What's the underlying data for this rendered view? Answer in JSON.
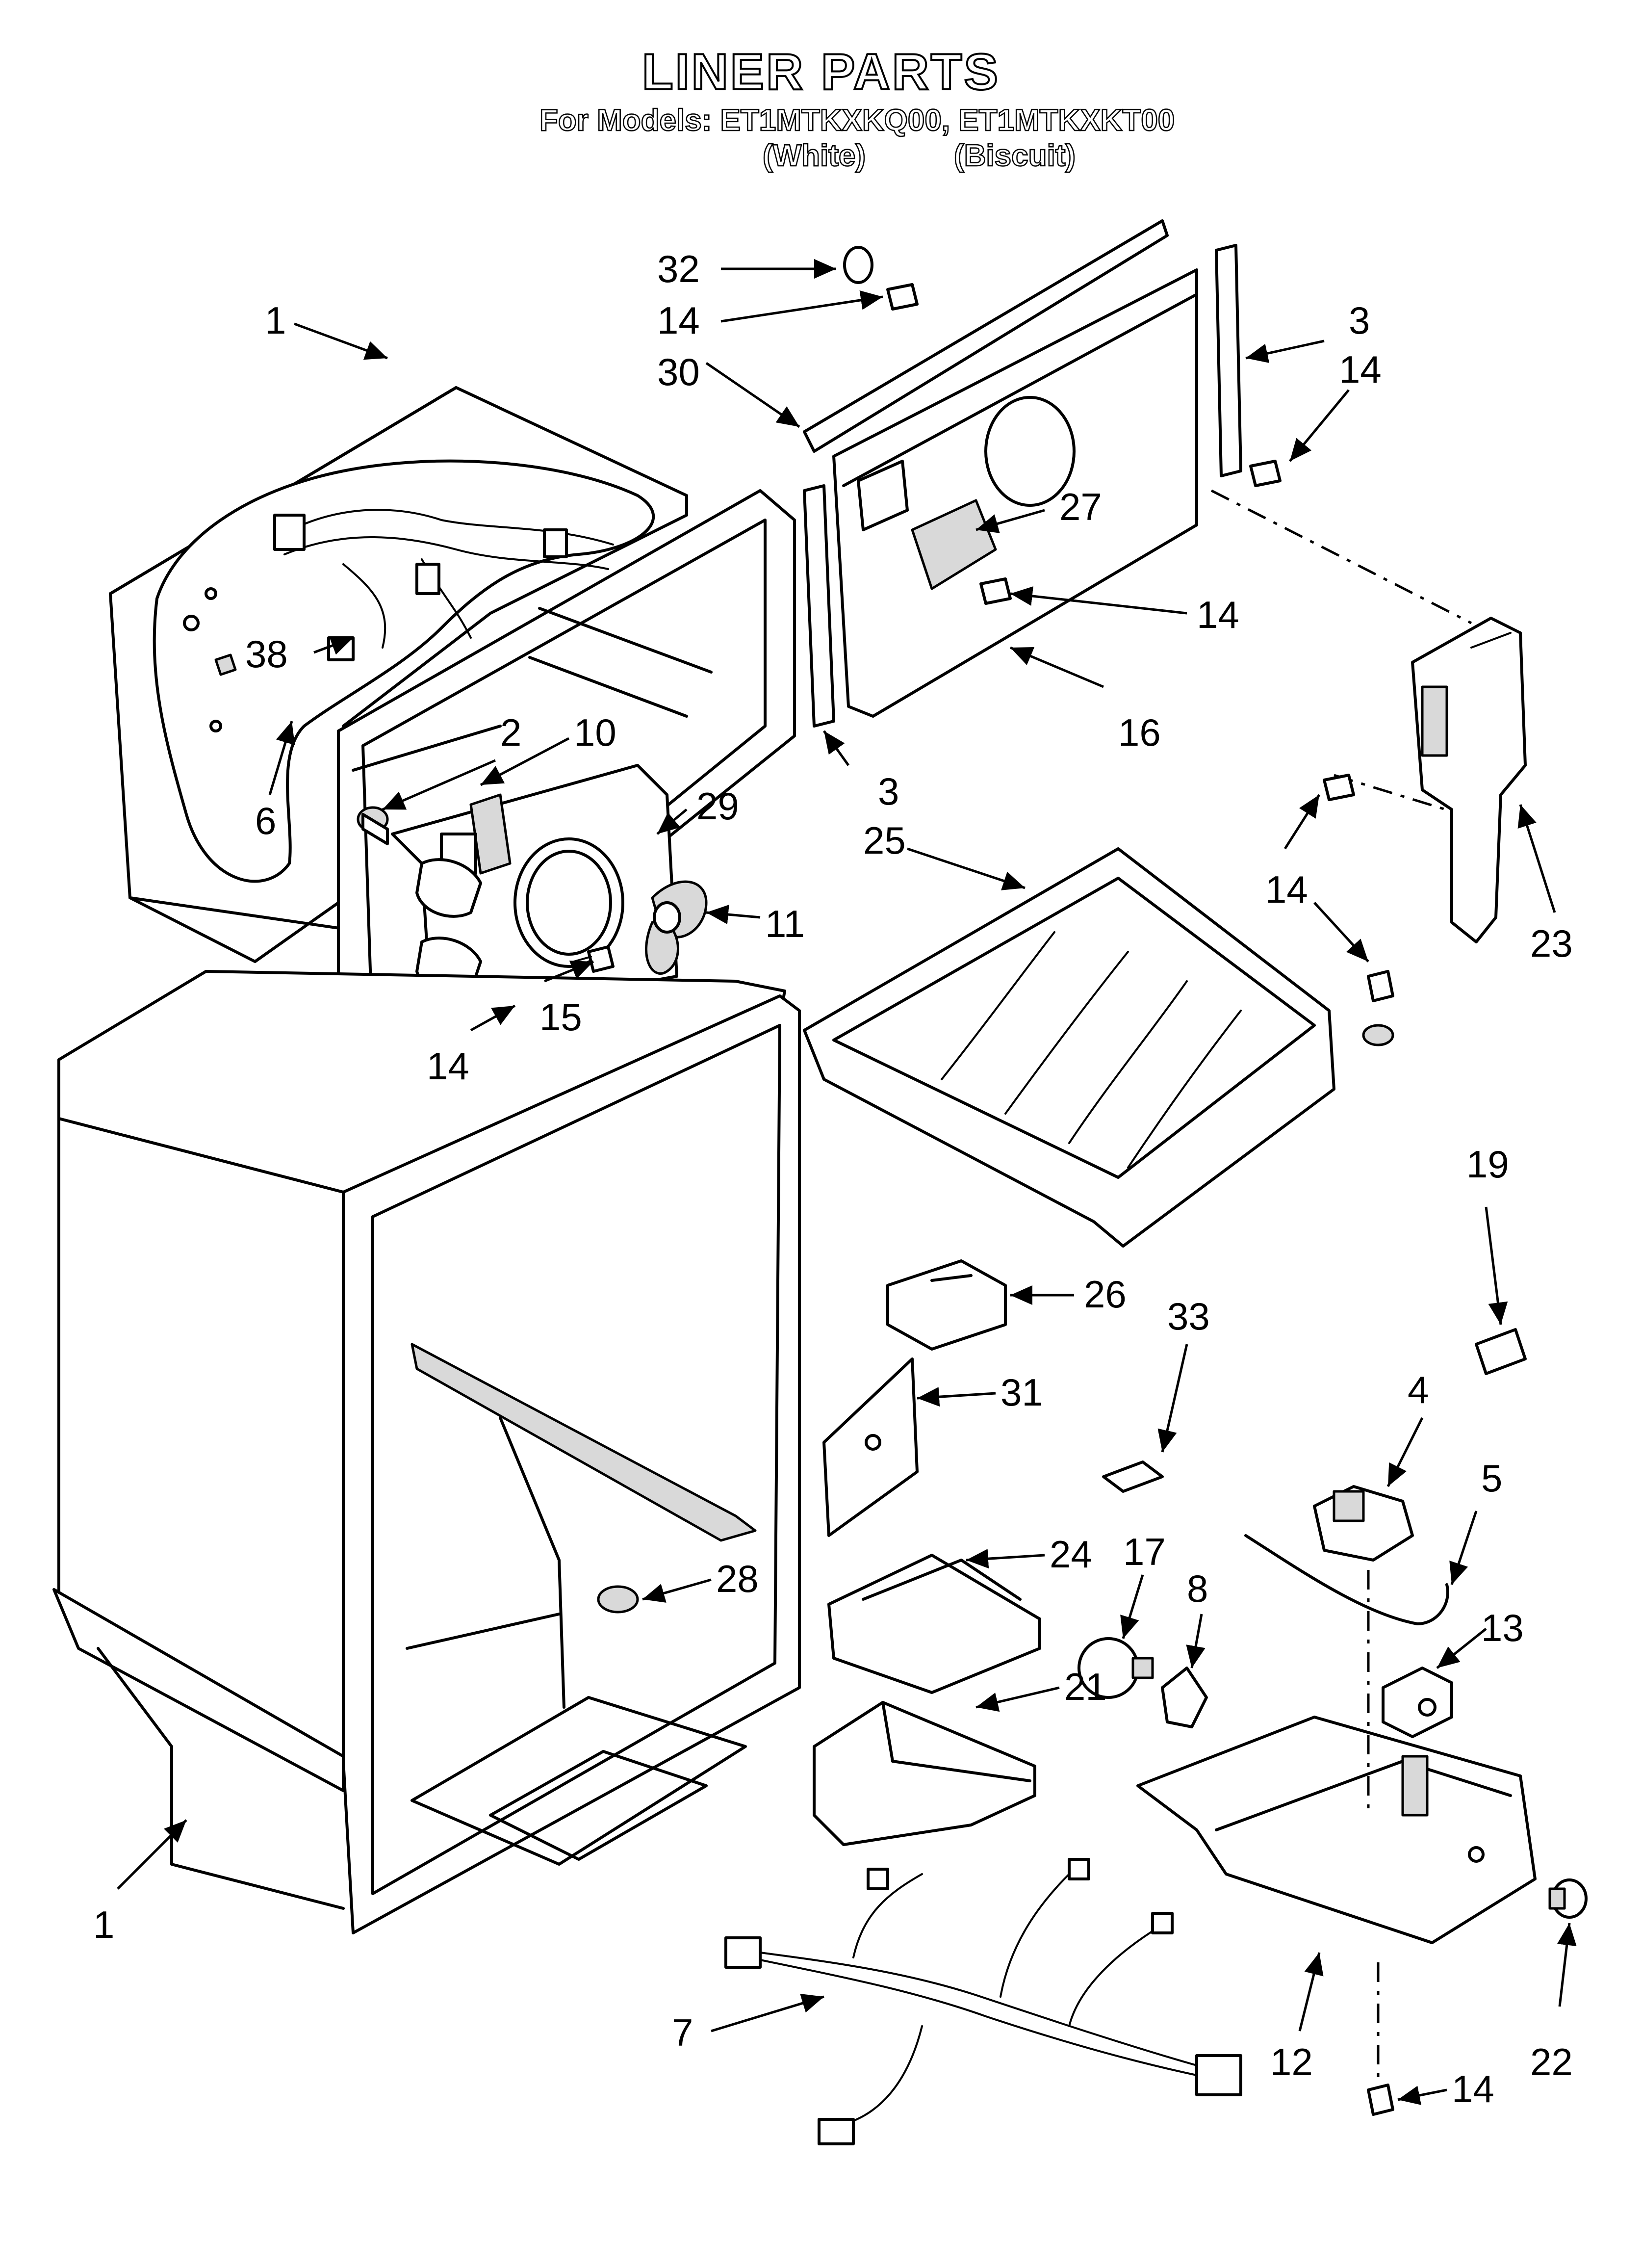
{
  "header": {
    "title": "LINER PARTS",
    "subtitle": "For Models: ET1MTKXKQ00, ET1MTKXKT00",
    "variant_white": "(White)",
    "variant_biscuit": "(Biscuit)"
  },
  "callouts": [
    {
      "id": "c-32",
      "label": "32"
    },
    {
      "id": "c-14a",
      "label": "14"
    },
    {
      "id": "c-30",
      "label": "30"
    },
    {
      "id": "c-3a",
      "label": "3"
    },
    {
      "id": "c-14b",
      "label": "14"
    },
    {
      "id": "c-1a",
      "label": "1"
    },
    {
      "id": "c-27",
      "label": "27"
    },
    {
      "id": "c-14c",
      "label": "14"
    },
    {
      "id": "c-38",
      "label": "38"
    },
    {
      "id": "c-2",
      "label": "2"
    },
    {
      "id": "c-10",
      "label": "10"
    },
    {
      "id": "c-16",
      "label": "16"
    },
    {
      "id": "c-6",
      "label": "6"
    },
    {
      "id": "c-29",
      "label": "29"
    },
    {
      "id": "c-3b",
      "label": "3"
    },
    {
      "id": "c-25",
      "label": "25"
    },
    {
      "id": "c-11",
      "label": "11"
    },
    {
      "id": "c-14d",
      "label": "14"
    },
    {
      "id": "c-23",
      "label": "23"
    },
    {
      "id": "c-15",
      "label": "15"
    },
    {
      "id": "c-14e",
      "label": "14"
    },
    {
      "id": "c-19",
      "label": "19"
    },
    {
      "id": "c-26",
      "label": "26"
    },
    {
      "id": "c-33",
      "label": "33"
    },
    {
      "id": "c-31",
      "label": "31"
    },
    {
      "id": "c-4",
      "label": "4"
    },
    {
      "id": "c-5",
      "label": "5"
    },
    {
      "id": "c-28",
      "label": "28"
    },
    {
      "id": "c-24",
      "label": "24"
    },
    {
      "id": "c-17",
      "label": "17"
    },
    {
      "id": "c-8",
      "label": "8"
    },
    {
      "id": "c-13",
      "label": "13"
    },
    {
      "id": "c-21",
      "label": "21"
    },
    {
      "id": "c-1b",
      "label": "1"
    },
    {
      "id": "c-7",
      "label": "7"
    },
    {
      "id": "c-12",
      "label": "12"
    },
    {
      "id": "c-22",
      "label": "22"
    },
    {
      "id": "c-14f",
      "label": "14"
    }
  ],
  "colors": {
    "line": "#000000",
    "background": "#ffffff",
    "shade": "#d9d9d9"
  }
}
